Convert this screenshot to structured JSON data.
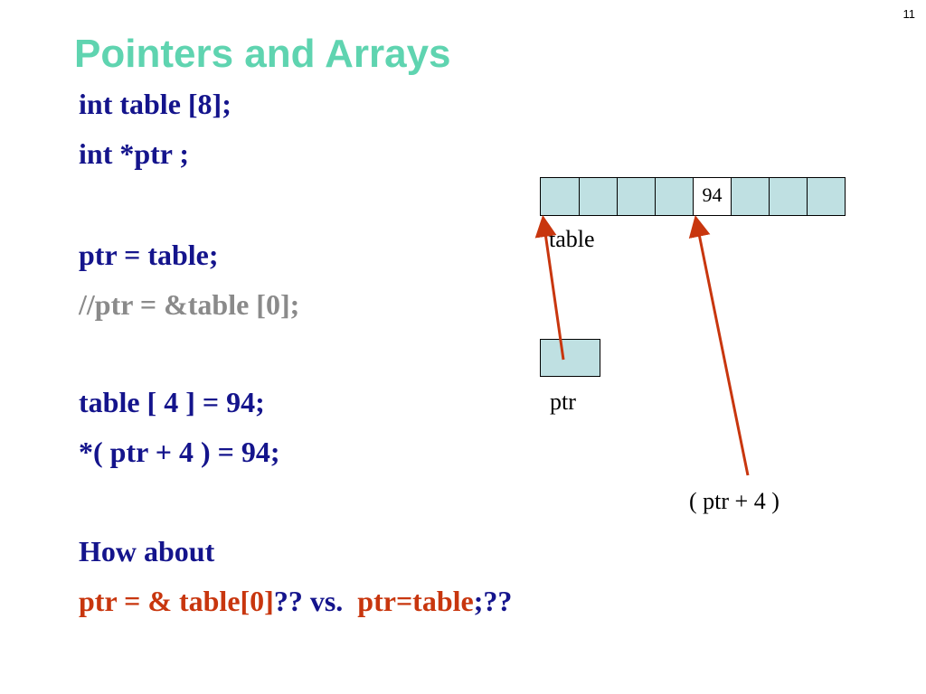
{
  "page_number": "11",
  "title": "Pointers and Arrays",
  "code_lines": {
    "decl_table": "int table [8];",
    "decl_ptr": "int *ptr ;",
    "assign": "ptr = table;",
    "comment": "//ptr = &table [0];",
    "index_assign": "table [ 4 ] = 94;",
    "ptr_assign": "*( ptr + 4 ) = 94;",
    "question": "How about",
    "compare": {
      "part1": "ptr = & table[0]",
      "part2": "?? vs.  ",
      "part3": "ptr=table",
      "part4": ";??"
    }
  },
  "diagram": {
    "cells": [
      "",
      "",
      "",
      "",
      "94",
      "",
      "",
      ""
    ],
    "table_label": "table",
    "ptr_label": "ptr",
    "ptr4_label": "( ptr + 4 )"
  },
  "colors": {
    "title": "#5fd4b0",
    "code": "#14148c",
    "comment": "#8a8a8a",
    "highlight": "#c8360e",
    "cell_fill": "#bfe0e2",
    "arrow": "#c8360e"
  }
}
